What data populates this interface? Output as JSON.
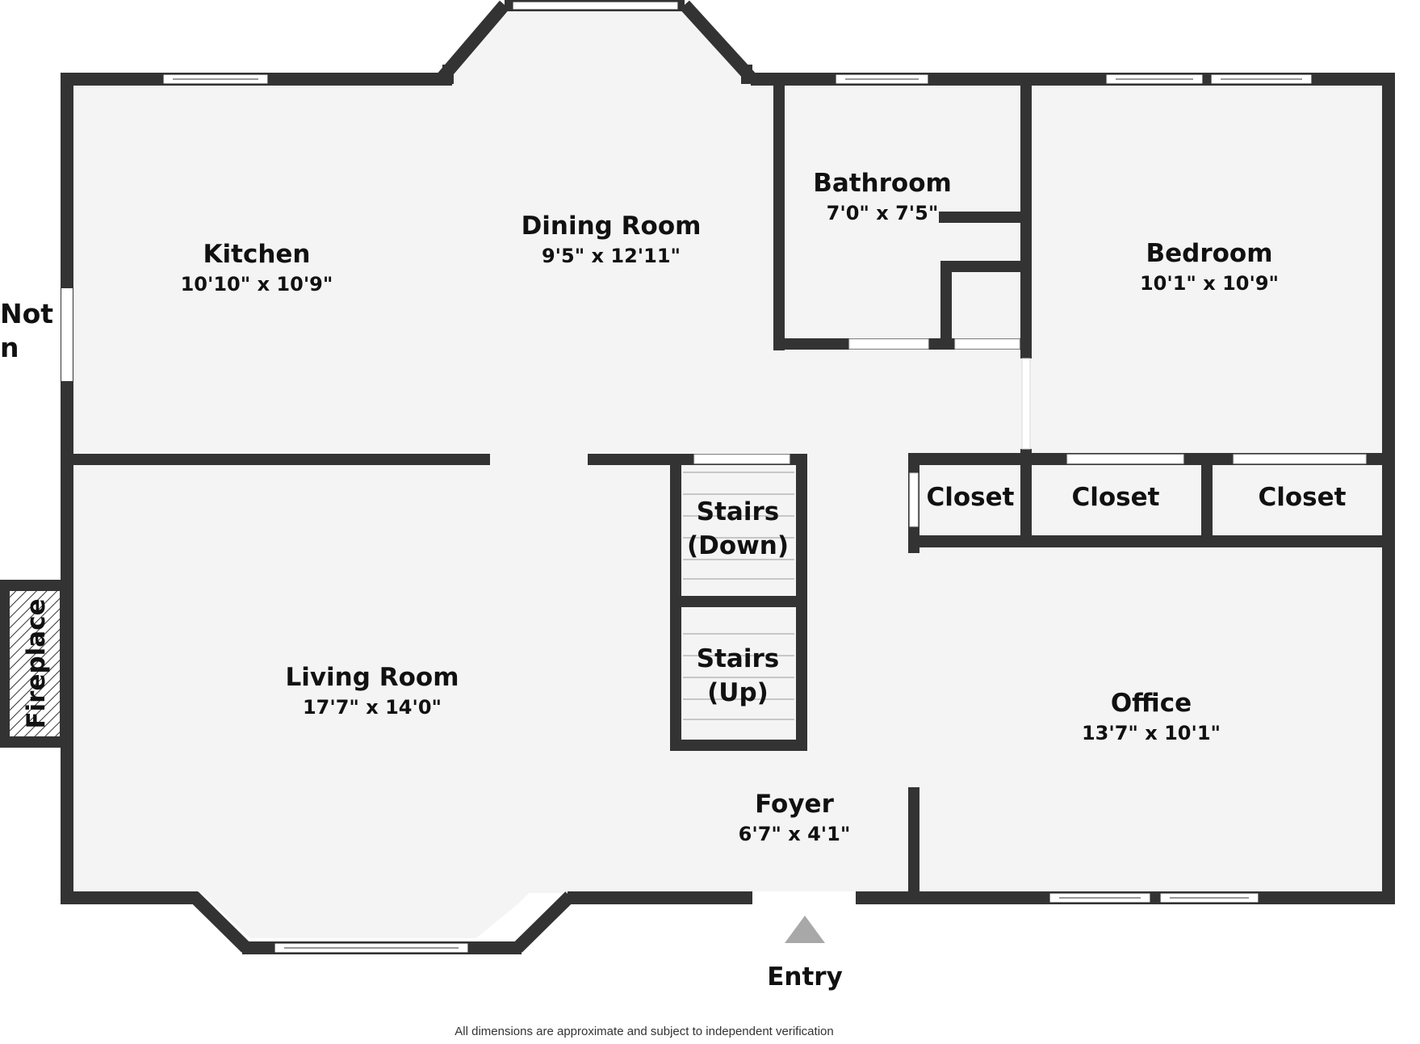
{
  "rooms": {
    "kitchen": {
      "name": "Kitchen",
      "dim": "10'10\" x 10'9\""
    },
    "dining": {
      "name": "Dining Room",
      "dim": "9'5\" x 12'11\""
    },
    "bathroom": {
      "name": "Bathroom",
      "dim": "7'0\" x 7'5\""
    },
    "bedroom": {
      "name": "Bedroom",
      "dim": "10'1\" x 10'9\""
    },
    "living": {
      "name": "Living Room",
      "dim": "17'7\" x 14'0\""
    },
    "office": {
      "name": "Office",
      "dim": "13'7\" x 10'1\""
    },
    "foyer": {
      "name": "Foyer",
      "dim": "6'7\" x 4'1\""
    },
    "closet1": {
      "name": "Closet"
    },
    "closet2": {
      "name": "Closet"
    },
    "closet3": {
      "name": "Closet"
    },
    "stairs_down": {
      "line1": "Stairs",
      "line2": "(Down)"
    },
    "stairs_up": {
      "line1": "Stairs",
      "line2": "(Up)"
    },
    "fireplace": {
      "name": "Fireplace"
    }
  },
  "outside": {
    "not_label_line1": "Not",
    "not_label_line2": "n",
    "entry_label": "Entry"
  },
  "footnote": "All dimensions are approximate and subject to independent verification",
  "colors": {
    "wall": "#333333",
    "floor": "#f4f4f4",
    "entry_marker": "#a8a8a8"
  }
}
